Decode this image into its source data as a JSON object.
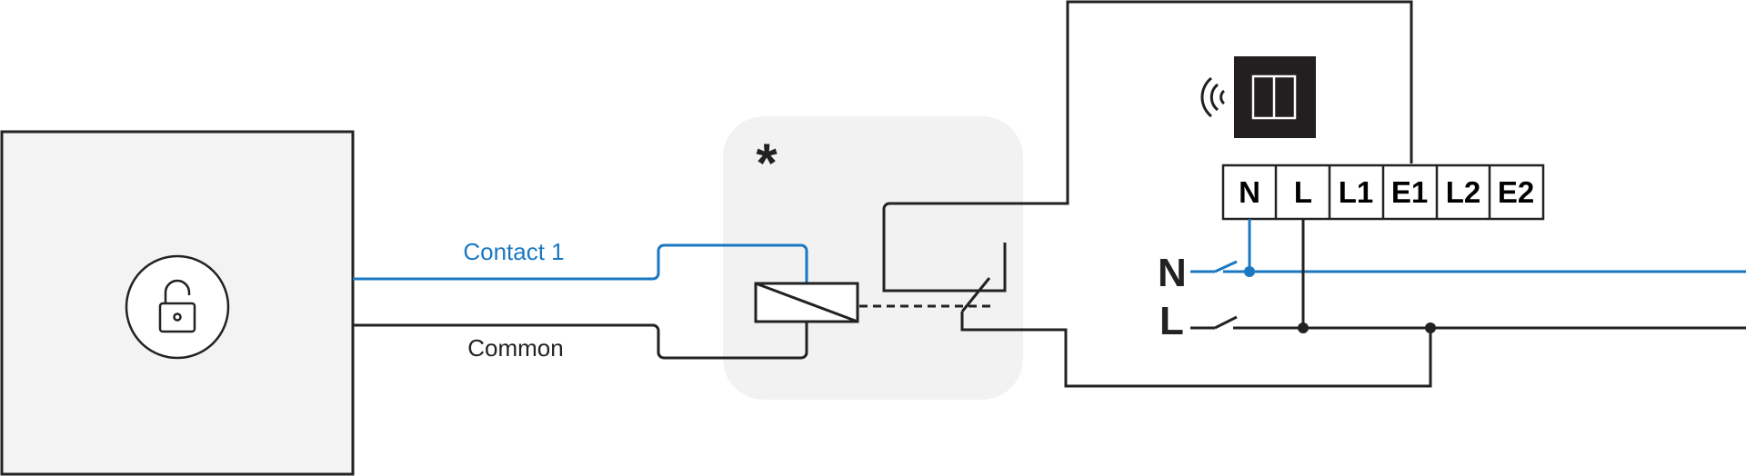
{
  "diagram": {
    "asterisk": "*",
    "wire_labels": {
      "contact1": "Contact 1",
      "common": "Common"
    },
    "terminals": [
      "N",
      "L",
      "L1",
      "E1",
      "L2",
      "E2"
    ],
    "bus_labels": {
      "neutral": "N",
      "line": "L"
    },
    "colors": {
      "blue_wire": "#1a78c2",
      "black_wire": "#222222",
      "panel_grey": "#f3f3f3",
      "relay_zone": "#f2f2f2",
      "device": "#231f20"
    },
    "icons": {
      "reader": "unlock-padlock-icon",
      "device": "wireless-switch-icon"
    }
  }
}
